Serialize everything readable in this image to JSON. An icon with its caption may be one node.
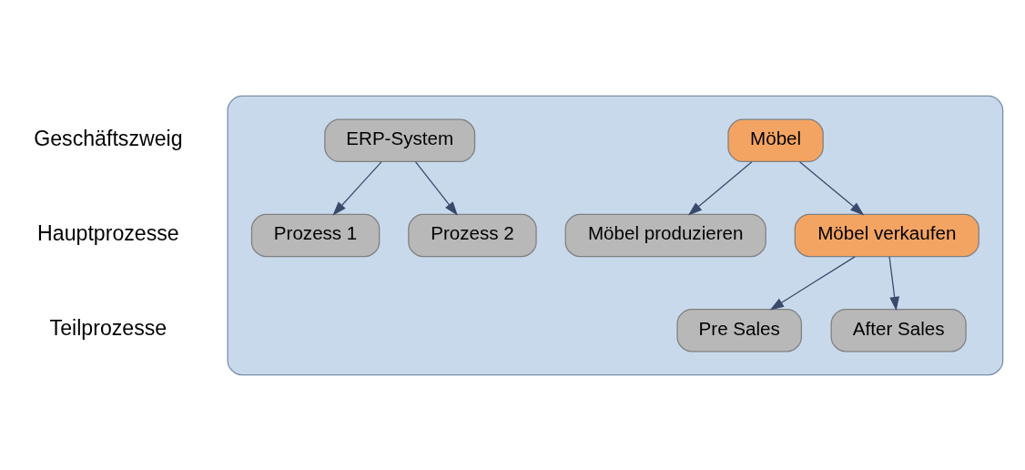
{
  "diagram": {
    "nodes": [
      {
        "text": [],
        "shape": "box"
      },
      {
        "text": [
          "Möbel"
        ],
        "in": 0
      },
      {
        "text": [
          "ERP-System"
        ],
        "in": 0
      },
      {
        "text": [
          "Möbel produzieren"
        ],
        "in": 0
      },
      {
        "text": [
          "Möbel verkaufen"
        ],
        "in": 0
      },
      {
        "text": [
          "Prozess 1"
        ],
        "in": 0
      },
      {
        "text": [
          "Prozess 2"
        ],
        "in": 0
      },
      {
        "text": [
          "Pre Sales"
        ],
        "in": 0
      },
      {
        "text": [
          "After Sales"
        ],
        "in": 0
      }
    ],
    "edges": [
      {
        "from": 1,
        "to": 3,
        "arrow": "to"
      },
      {
        "from": 1,
        "to": 4,
        "arrow": "to"
      },
      {
        "from": 2,
        "to": 5,
        "arrow": "to"
      },
      {
        "from": 2,
        "to": 6,
        "arrow": "to"
      },
      {
        "from": 4,
        "to": 7,
        "arrow": "to"
      },
      {
        "from": 4,
        "to": 8,
        "arrow": "to"
      }
    ],
    "labels": [
      "Geschäftszweig",
      "Hauptprozesse",
      "Teilprozesse"
    ]
  }
}
